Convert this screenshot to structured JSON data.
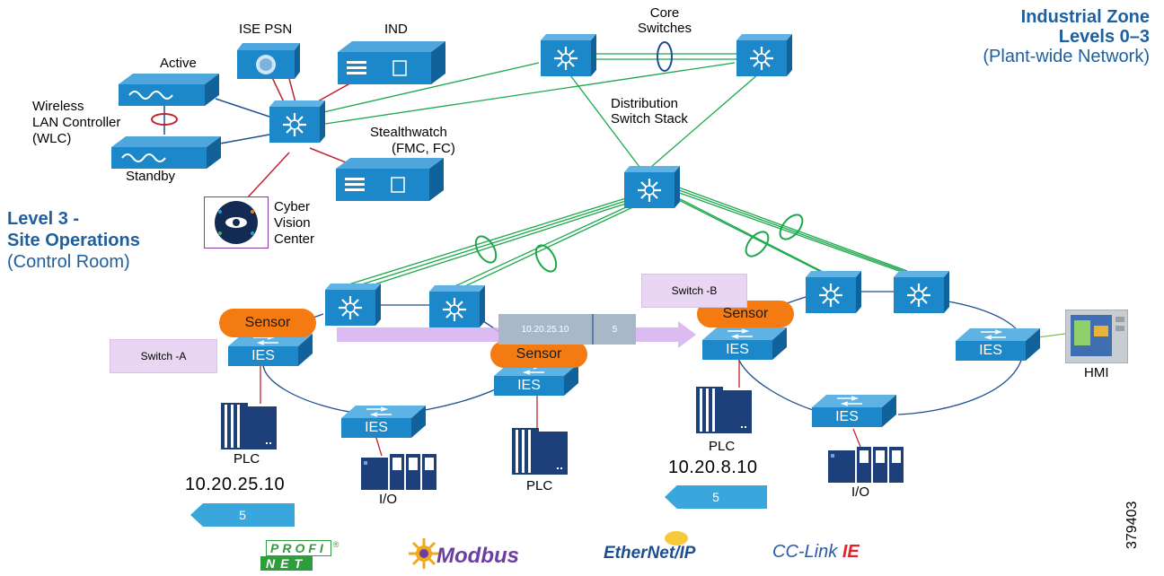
{
  "title": {
    "line1": "Industrial Zone",
    "line2": "Levels 0–3",
    "line3": "(Plant-wide Network)"
  },
  "level3": {
    "line1": "Level 3 -",
    "line2": "Site Operations",
    "line3": "(Control Room)"
  },
  "nodes": {
    "ise_psn": "ISE PSN",
    "ind": "IND",
    "core_switches_1": "Core",
    "core_switches_2": "Switches",
    "distribution_1": "Distribution",
    "distribution_2": "Switch Stack",
    "active": "Active",
    "standby": "Standby",
    "wlc_1": "Wireless",
    "wlc_2": "LAN Controller",
    "wlc_3": "(WLC)",
    "stealthwatch_1": "Stealthwatch",
    "stealthwatch_2": "(FMC, FC)",
    "cyber_1": "Cyber",
    "cyber_2": "Vision",
    "cyber_3": "Center",
    "hmi": "HMI",
    "ies": "IES",
    "plc": "PLC",
    "io": "I/O",
    "sensor": "Sensor"
  },
  "switch_a": "Switch -A",
  "switch_b": "Switch -B",
  "flow": {
    "ip": "10.20.25.10",
    "value": "5"
  },
  "plc_left_ip": "10.20.25.10",
  "plc_right_ip": "10.20.8.10",
  "badge_value": "5",
  "figure_id": "379403",
  "protocols": {
    "profinet_1": "PROFI",
    "profinet_2": "NET",
    "registered": "®",
    "modbus": "Modbus",
    "ethernetip": "EtherNet/IP",
    "cclink": "CC-Link",
    "cclink_ie": "IE"
  },
  "colors": {
    "title_blue": "#1f5f9e",
    "device_blue": "#1d88c9",
    "sensor_orange": "#f47a12",
    "badge_blue": "#3aa7dc",
    "lavender": "#e9d6f3",
    "link_green": "#1aa84a",
    "link_red": "#c0262d",
    "link_blue": "#1d4e8f",
    "profinet_green": "#2e9e3c"
  }
}
